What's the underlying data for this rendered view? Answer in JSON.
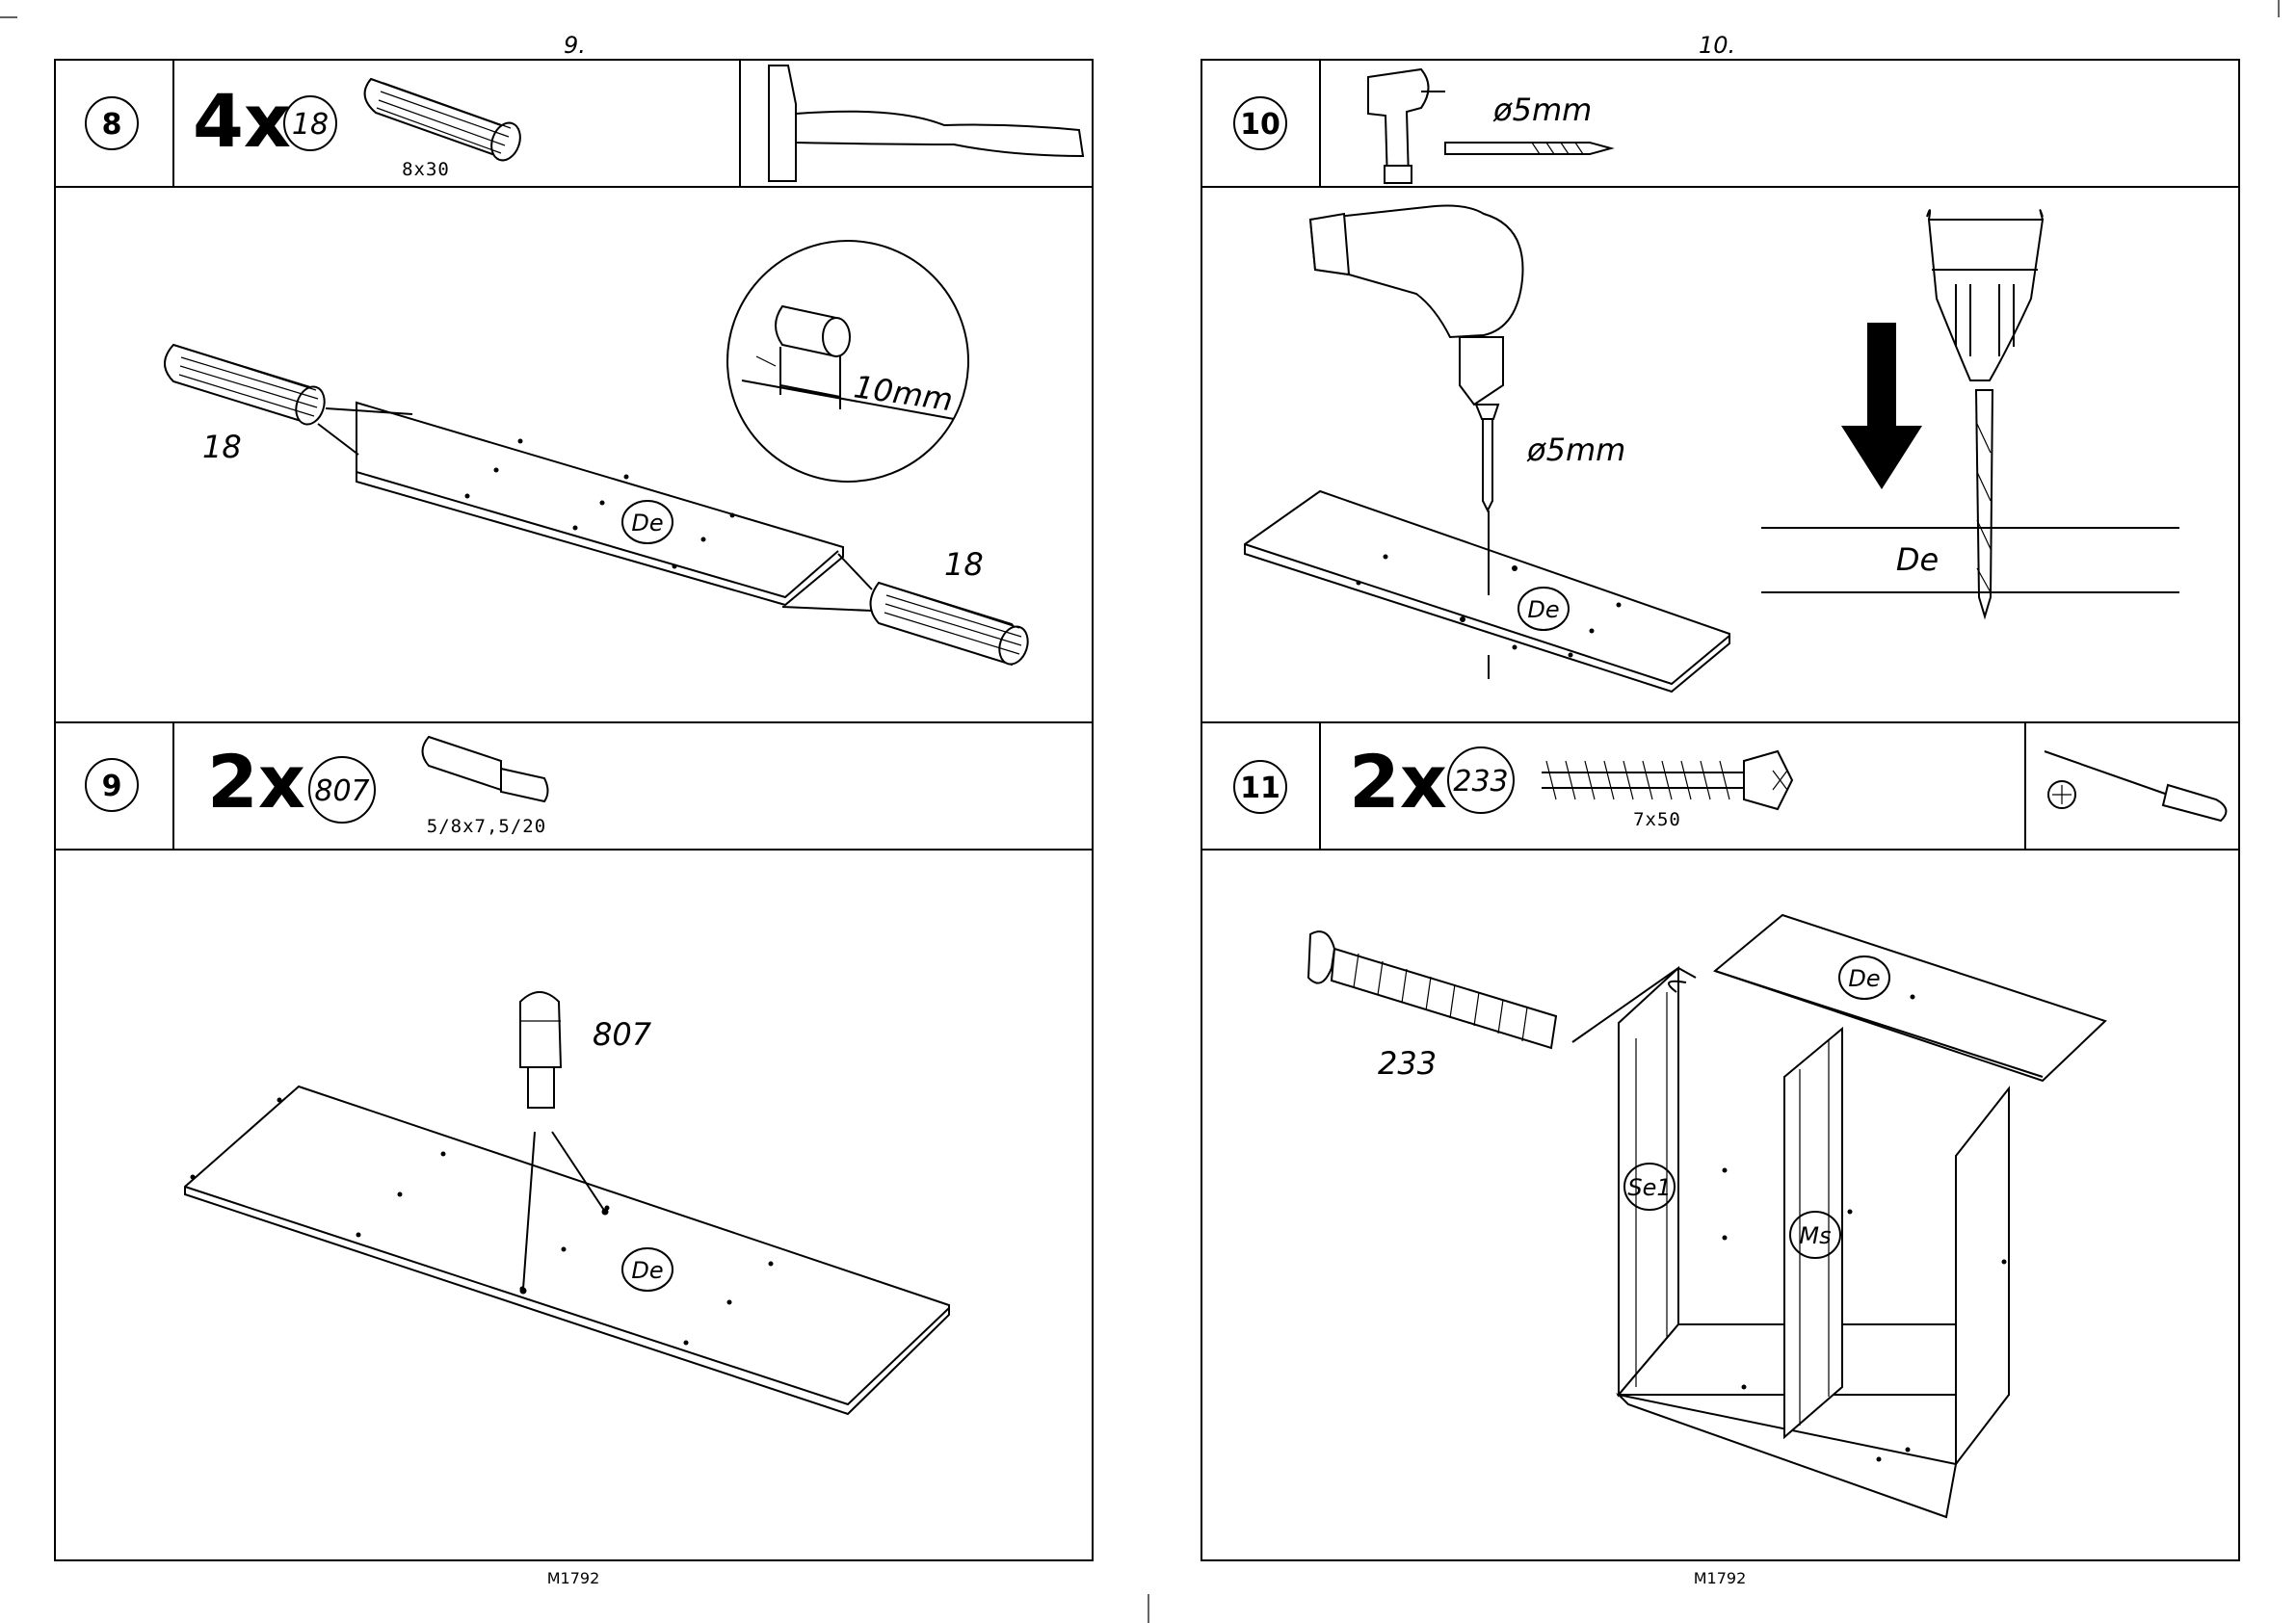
{
  "pages": [
    {
      "page_number": "9.",
      "footer": "M1792",
      "steps": [
        {
          "step": "8",
          "quantity": "4x",
          "part_id": "18",
          "part_size": "8x30",
          "tool": "hammer-icon",
          "labels": {
            "dowel_left": "18",
            "dowel_right": "18",
            "panel": "De",
            "depth": "10mm"
          }
        },
        {
          "step": "9",
          "quantity": "2x",
          "part_id": "807",
          "part_size": "5/8x7,5/20",
          "labels": {
            "pin": "807",
            "panel": "De"
          }
        }
      ]
    },
    {
      "page_number": "10.",
      "footer": "M1792",
      "steps": [
        {
          "step": "10",
          "tool": "cordless-drill-icon",
          "drill_bit": "ø5mm",
          "labels": {
            "drill_diameter": "ø5mm",
            "panel": "De",
            "section_panel": "De"
          }
        },
        {
          "step": "11",
          "quantity": "2x",
          "part_id": "233",
          "part_size": "7x50",
          "tool": "screwdriver-icon",
          "labels": {
            "screw": "233",
            "top_panel": "De",
            "side_panel": "Se1",
            "middle_panel": "Ms"
          }
        }
      ]
    }
  ]
}
